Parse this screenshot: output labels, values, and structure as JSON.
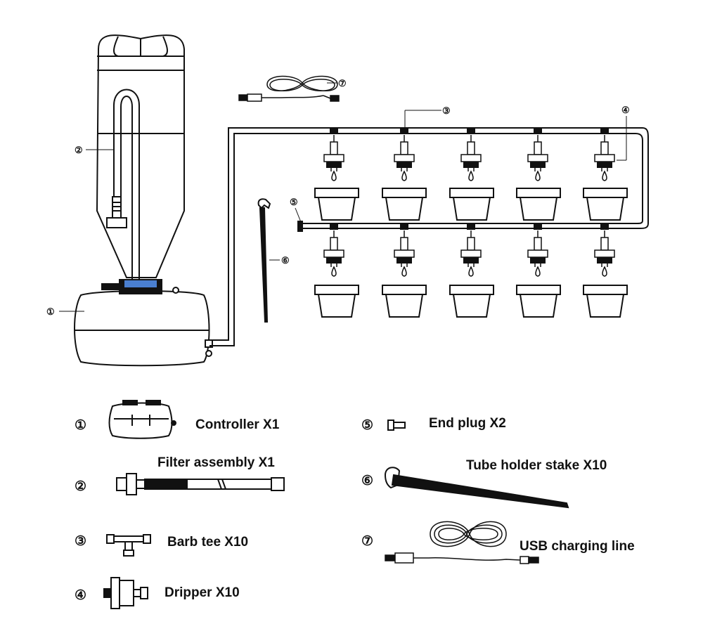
{
  "callout_markers": [
    "①",
    "②",
    "③",
    "④",
    "⑤",
    "⑥",
    "⑦"
  ],
  "parts": [
    {
      "marker": "①",
      "name": "Controller X1"
    },
    {
      "marker": "②",
      "name": "Filter assembly X1"
    },
    {
      "marker": "③",
      "name": "Barb tee X10"
    },
    {
      "marker": "④",
      "name": "Dripper X10"
    },
    {
      "marker": "⑤",
      "name": "End plug X2"
    },
    {
      "marker": "⑥",
      "name": "Tube holder stake X10"
    },
    {
      "marker": "⑦",
      "name": "USB charging line"
    }
  ],
  "colors": {
    "line": "#111111",
    "accent_ring": "#4a7fd0",
    "background": "#ffffff"
  }
}
